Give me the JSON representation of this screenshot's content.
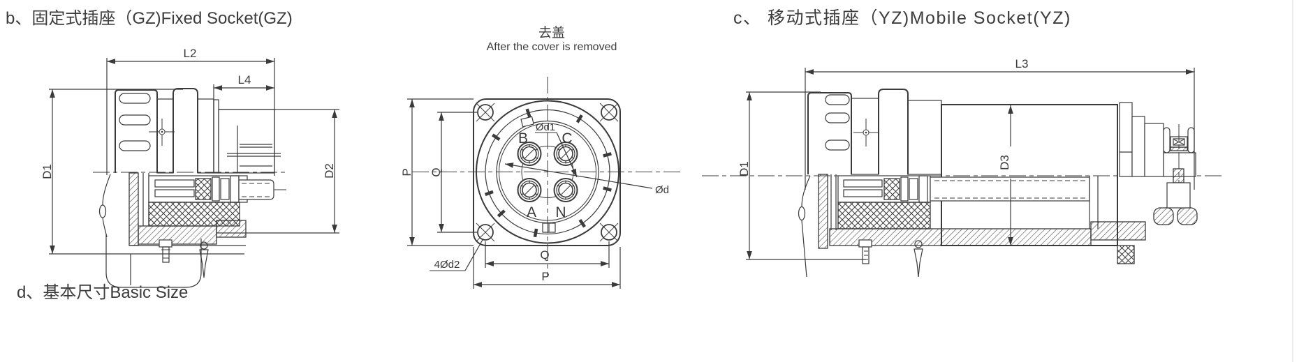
{
  "page": {
    "background": "#ffffff",
    "line_color": "#3a3a3a",
    "text_color": "#3c3c3c",
    "page_edge_color": "#ededed"
  },
  "sections": {
    "b_title": "b、固定式插座（GZ)Fixed Socket(GZ)",
    "c_title": "c、 移动式插座（YZ)Mobile Socket(YZ)",
    "d_title": "d、基本尺寸Basic Size"
  },
  "front_view": {
    "note_zh": "去盖",
    "note_en": "After the cover is removed",
    "pin_labels": {
      "b": "B",
      "c": "C",
      "a": "A",
      "n": "N"
    },
    "dim_labels": {
      "p_left": "P",
      "q_left": "Q",
      "q_bottom": "Q",
      "p_bottom": "P",
      "pin_hole_dia": "Ød1",
      "insert_dia": "Ød",
      "mount_holes": "4Ød2"
    }
  },
  "fixed_socket_view": {
    "dim_labels": {
      "l2": "L2",
      "l4": "L4",
      "d1": "D1",
      "d2": "D2"
    }
  },
  "mobile_socket_view": {
    "dim_labels": {
      "l3": "L3",
      "d1": "D1",
      "d3": "D3"
    }
  }
}
